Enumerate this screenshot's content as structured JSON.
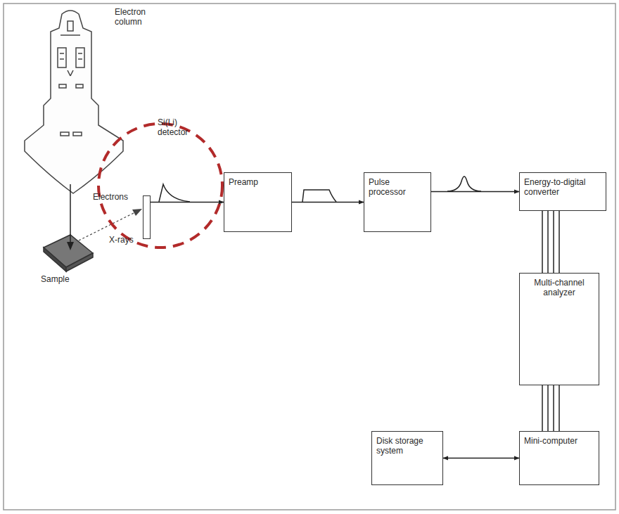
{
  "diagram": {
    "nodes": [
      {
        "text": [
          "Si(Li) detector"
        ]
      },
      {
        "text": [
          "Preamp"
        ]
      },
      {
        "text": [
          "Pulse processor"
        ]
      },
      {
        "text": [
          "Energy-to-digital converter"
        ]
      },
      {
        "text": [
          "Multi-channel analyzer"
        ]
      },
      {
        "text": [
          "Mini-computer"
        ]
      },
      {
        "text": [
          "Disk storage system"
        ]
      }
    ],
    "edges": [
      {
        "from": 0,
        "to": 1,
        "arrow": "to"
      },
      {
        "from": 1,
        "to": 2,
        "arrow": "to"
      },
      {
        "from": 2,
        "to": 3,
        "arrow": "to"
      },
      {
        "from": 3,
        "to": 4,
        "arrow": "none"
      },
      {
        "from": 4,
        "to": 5,
        "arrow": "none"
      },
      {
        "from": 5,
        "to": 6,
        "arrow": "both"
      }
    ],
    "labels": [
      "Electron column",
      "Electrons",
      "X-rays",
      "Sample"
    ]
  }
}
